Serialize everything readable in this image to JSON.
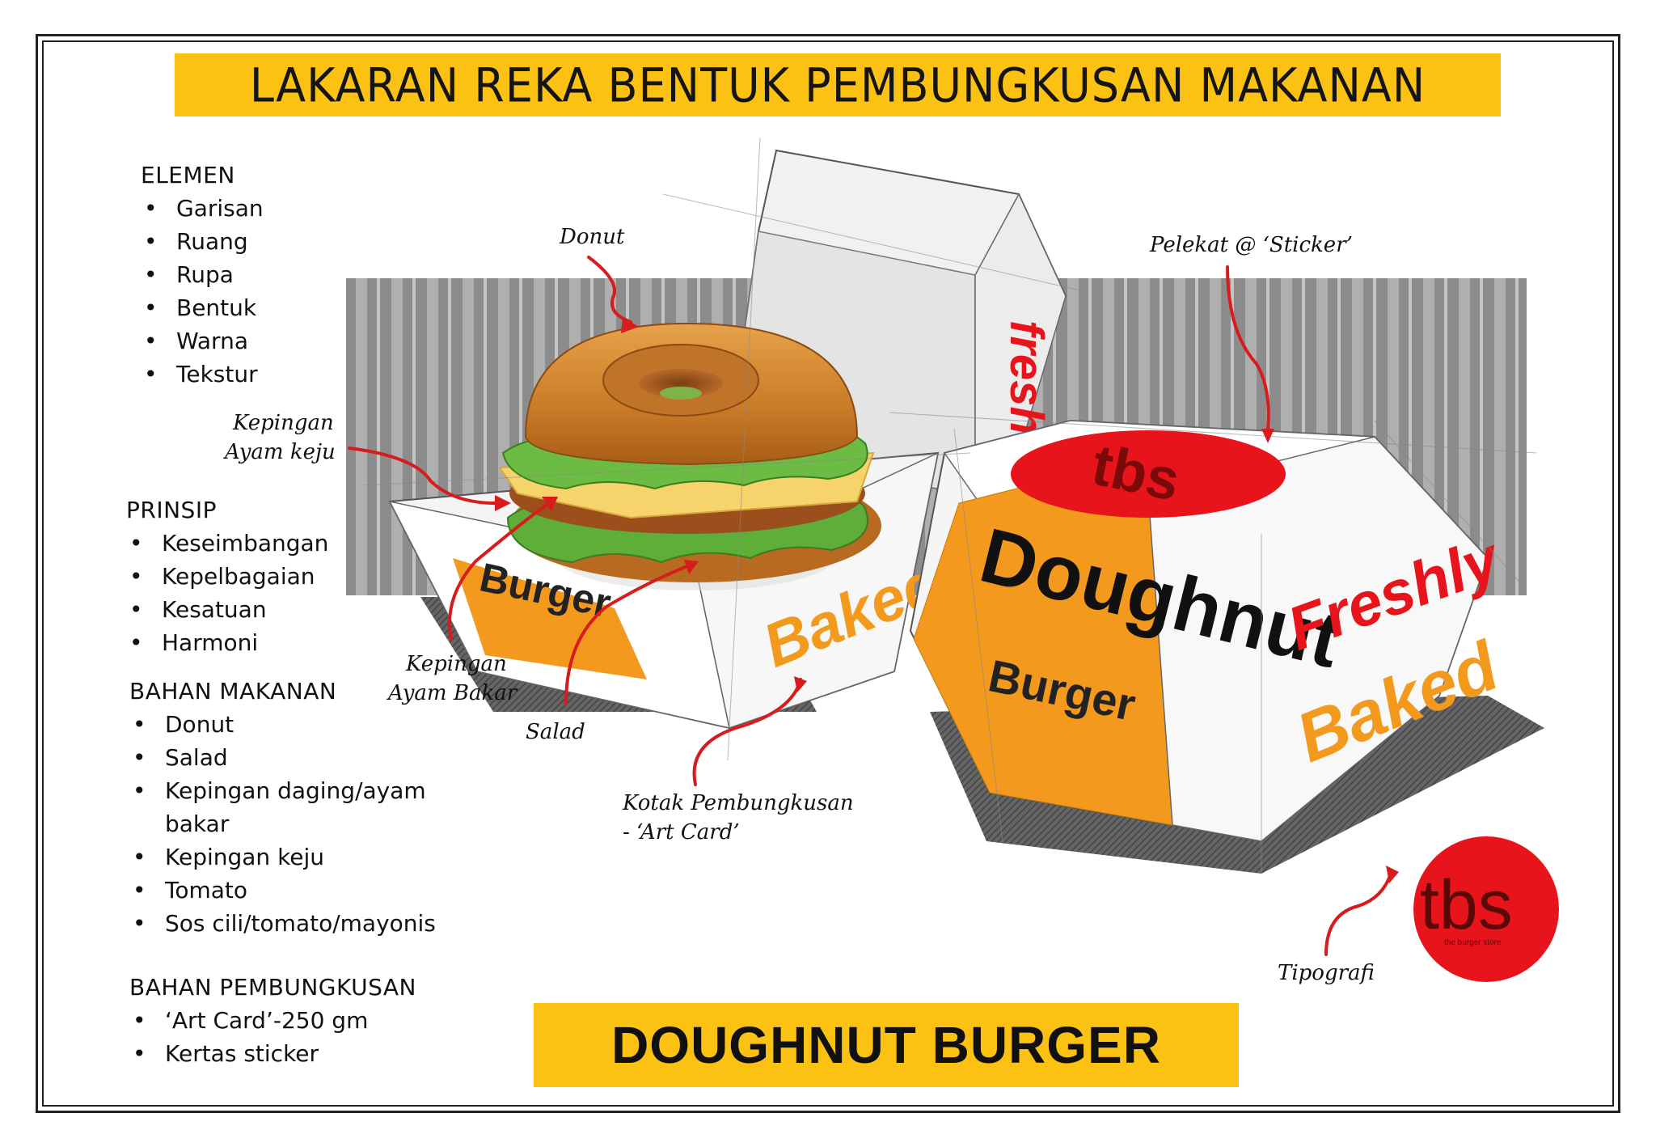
{
  "title": "LAKARAN REKA BENTUK PEMBUNGKUSAN MAKANAN",
  "footer_title": "DOUGHNUT BURGER",
  "sections": {
    "elemen": {
      "heading": "ELEMEN",
      "items": [
        "Garisan",
        "Ruang",
        "Rupa",
        "Bentuk",
        "Warna",
        "Tekstur"
      ]
    },
    "prinsip": {
      "heading": "PRINSIP",
      "items": [
        "Keseimbangan",
        "Kepelbagaian",
        "Kesatuan",
        "Harmoni"
      ]
    },
    "bahan_makanan": {
      "heading": "BAHAN MAKANAN",
      "items": [
        "Donut",
        "Salad",
        "Kepingan daging/ayam",
        "bakar",
        "Kepingan keju",
        "Tomato",
        "Sos cili/tomato/mayonis"
      ]
    },
    "bahan_pembungkusan": {
      "heading": "BAHAN PEMBUNGKUSAN",
      "items": [
        "‘Art Card’-250 gm",
        "Kertas sticker"
      ]
    }
  },
  "annotations": {
    "donut": "Donut",
    "sticker": "Pelekat @ ‘Sticker’",
    "keju_1": "Kepingan",
    "keju_2": "Ayam keju",
    "bakar_1": "Kepingan",
    "bakar_2": "Ayam Bakar",
    "salad": "Salad",
    "kotak_1": "Kotak Pembungkusan",
    "kotak_2": "- ‘Art Card’",
    "tipografi": "Tipografi"
  },
  "box_text": {
    "burger": "Burger",
    "baked": "Baked",
    "freshly": "freshly",
    "freshly_cap": "Freshly",
    "doughnut": "Doughnut",
    "logo": "tbs",
    "logo_sub": "the burger store"
  },
  "colors": {
    "accent_yellow": "#fbc113",
    "box_orange": "#f39a1e",
    "logo_red": "#e8141c",
    "arrow_red": "#d61c1c"
  }
}
